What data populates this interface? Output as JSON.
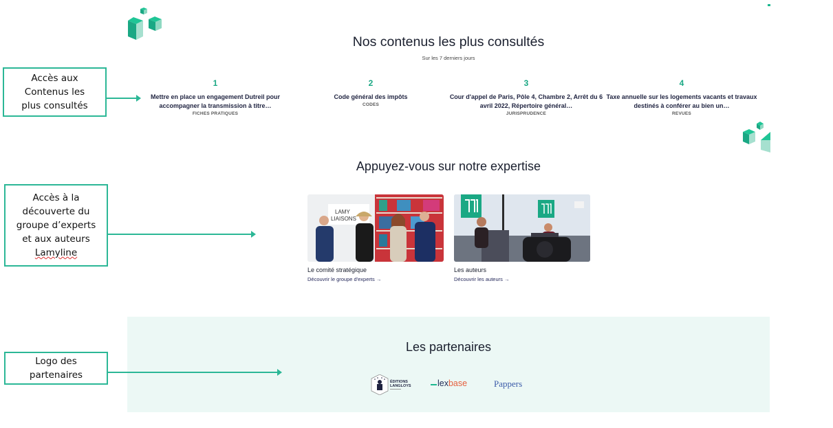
{
  "colors": {
    "accent": "#1aa884",
    "annotation": "#2bb796",
    "partners_bg": "#ecf8f5",
    "title": "#1a1f2e",
    "lexbase_orange": "#e5603e",
    "pappers_blue": "#3b5ba9"
  },
  "top_contents": {
    "title": "Nos contenus les plus consultés",
    "subtitle": "Sur les 7 derniers jours",
    "items": [
      {
        "rank": "1",
        "title": "Mettre en place un engagement Dutreil pour accompagner la transmission à titre…",
        "category": "FICHES PRATIQUES"
      },
      {
        "rank": "2",
        "title": "Code général des impôts",
        "category": "CODES"
      },
      {
        "rank": "3",
        "title": "Cour d'appel de Paris, Pôle 4, Chambre 2, Arrêt du 6 avril 2022, Répertoire général…",
        "category": "JURISPRUDENCE"
      },
      {
        "rank": "4",
        "title": "Taxe annuelle sur les logements vacants et travaux destinés à conférer au bien un…",
        "category": "REVUES"
      }
    ]
  },
  "expertise": {
    "title": "Appuyez-vous sur notre expertise",
    "cards": [
      {
        "title": "Le comité stratégique",
        "link": "Découvrir le groupe d'experts",
        "arrow": "→",
        "image_text": "LAMY LIAISONS"
      },
      {
        "title": "Les auteurs",
        "link": "Découvrir les auteurs",
        "arrow": "→"
      }
    ]
  },
  "partners": {
    "title": "Les partenaires",
    "logos": [
      {
        "name": "Éditions Langloys",
        "line1": "ÉDITIONS",
        "line2": "LANGLOYS"
      },
      {
        "name": "lexbase",
        "part1": "lex",
        "part2": "base"
      },
      {
        "name": "Pappers",
        "text": "Pappers"
      }
    ]
  },
  "annotations": [
    {
      "text_lines": [
        "Accès aux",
        "Contenus les",
        "plus consultés"
      ]
    },
    {
      "text_lines": [
        "Accès à la",
        "découverte du",
        "groupe d’experts",
        "et aux auteurs",
        "Lamyline"
      ]
    },
    {
      "text_lines": [
        "Logo des",
        "partenaires"
      ]
    }
  ]
}
